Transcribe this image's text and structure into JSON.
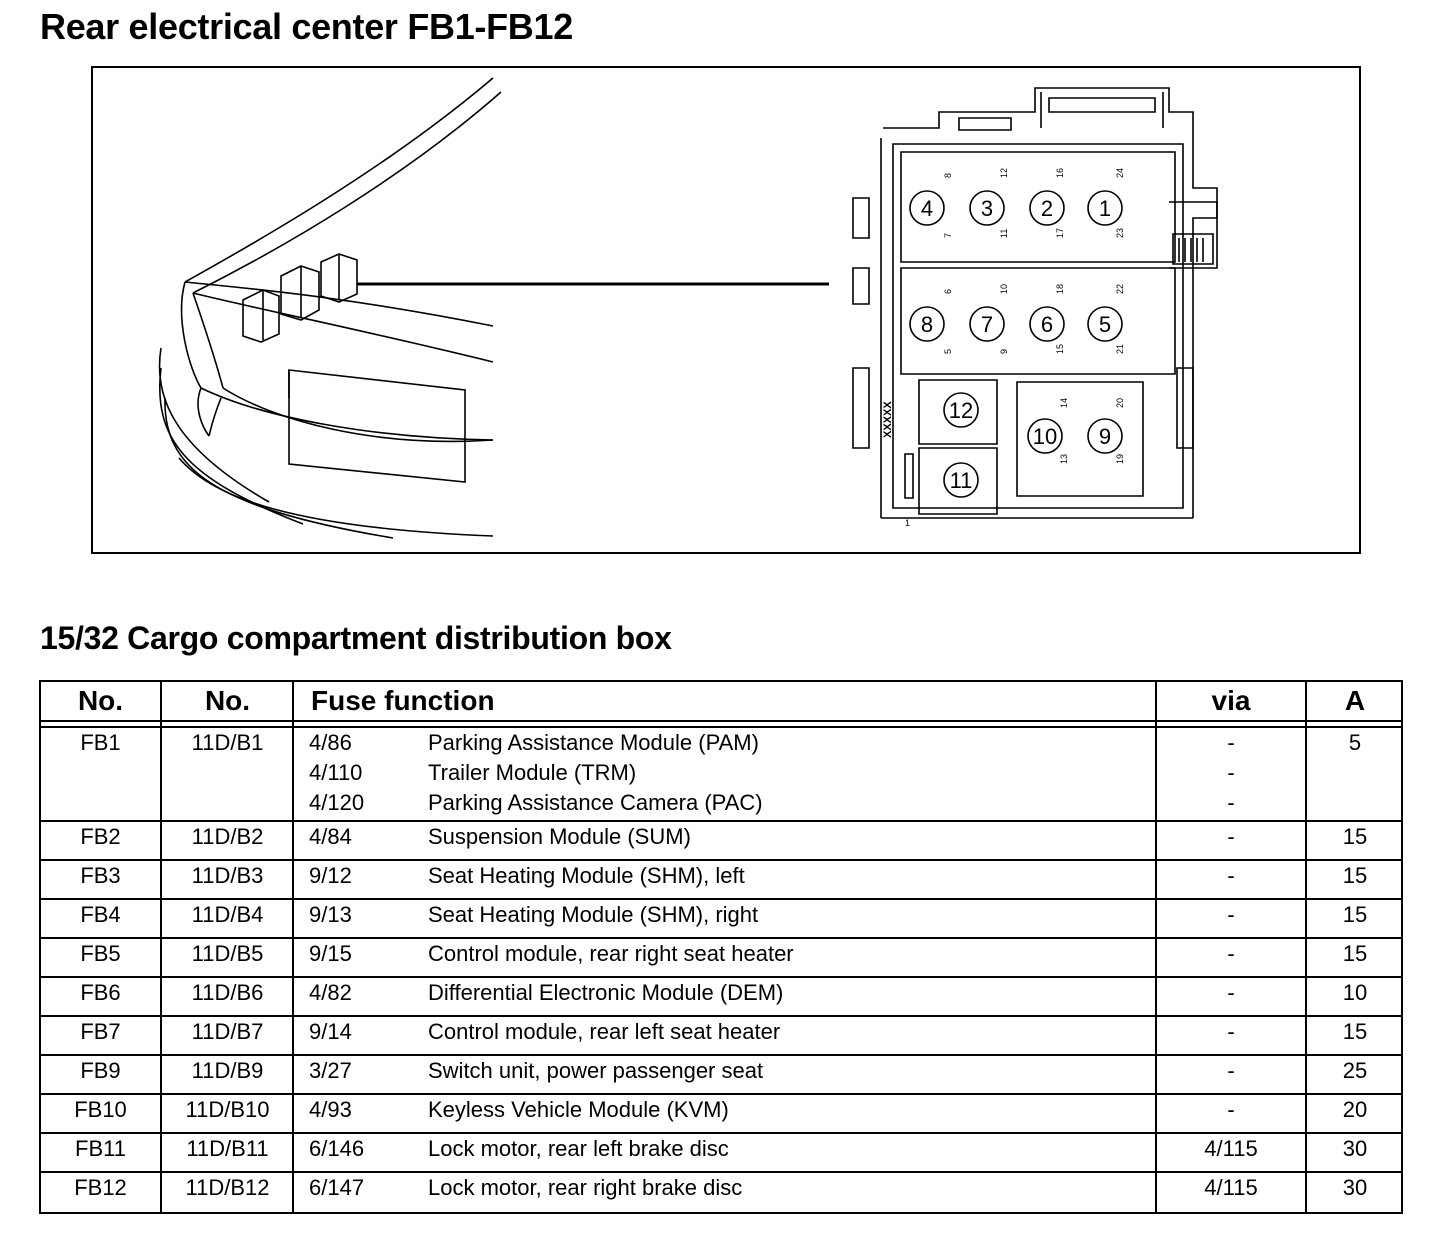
{
  "page": {
    "title": "Rear electrical center FB1-FB12",
    "subtitle": "15/32 Cargo compartment distribution box"
  },
  "diagram": {
    "fuse_numbers": [
      "1",
      "2",
      "3",
      "4",
      "5",
      "6",
      "7",
      "8",
      "9",
      "10",
      "11",
      "12"
    ],
    "pin_labels": [
      "8",
      "12",
      "16",
      "24",
      "7",
      "11",
      "17",
      "23",
      "6",
      "10",
      "18",
      "22",
      "5",
      "9",
      "15",
      "21",
      "14",
      "20",
      "13",
      "19"
    ],
    "side_code": "XXXXX",
    "corner_mark": "1"
  },
  "table": {
    "headers": {
      "no": "No.",
      "no2": "No.",
      "function": "Fuse function",
      "via": "via",
      "amp": "A"
    },
    "rows": [
      {
        "no": "FB1",
        "no2": "11D/B1",
        "amp": "5",
        "entries": [
          {
            "code": "4/86",
            "function": "Parking Assistance Module (PAM)",
            "via": "-"
          },
          {
            "code": "4/110",
            "function": "Trailer Module (TRM)",
            "via": "-"
          },
          {
            "code": "4/120",
            "function": "Parking Assistance Camera (PAC)",
            "via": "-"
          }
        ]
      },
      {
        "no": "FB2",
        "no2": "11D/B2",
        "amp": "15",
        "entries": [
          {
            "code": "4/84",
            "function": "Suspension Module (SUM)",
            "via": "-"
          }
        ]
      },
      {
        "no": "FB3",
        "no2": "11D/B3",
        "amp": "15",
        "entries": [
          {
            "code": "9/12",
            "function": "Seat Heating Module (SHM), left",
            "via": "-"
          }
        ]
      },
      {
        "no": "FB4",
        "no2": "11D/B4",
        "amp": "15",
        "entries": [
          {
            "code": "9/13",
            "function": "Seat Heating Module (SHM), right",
            "via": "-"
          }
        ]
      },
      {
        "no": "FB5",
        "no2": "11D/B5",
        "amp": "15",
        "entries": [
          {
            "code": "9/15",
            "function": "Control module, rear right seat heater",
            "via": "-"
          }
        ]
      },
      {
        "no": "FB6",
        "no2": "11D/B6",
        "amp": "10",
        "entries": [
          {
            "code": "4/82",
            "function": "Differential Electronic Module (DEM)",
            "via": "-"
          }
        ]
      },
      {
        "no": "FB7",
        "no2": "11D/B7",
        "amp": "15",
        "entries": [
          {
            "code": "9/14",
            "function": "Control module, rear left seat heater",
            "via": "-"
          }
        ]
      },
      {
        "no": "FB9",
        "no2": "11D/B9",
        "amp": "25",
        "entries": [
          {
            "code": "3/27",
            "function": "Switch unit, power passenger seat",
            "via": "-"
          }
        ]
      },
      {
        "no": "FB10",
        "no2": "11D/B10",
        "amp": "20",
        "entries": [
          {
            "code": "4/93",
            "function": "Keyless Vehicle Module (KVM)",
            "via": "-"
          }
        ]
      },
      {
        "no": "FB11",
        "no2": "11D/B11",
        "amp": "30",
        "entries": [
          {
            "code": "6/146",
            "function": "Lock motor, rear left brake disc",
            "via": "4/115"
          }
        ]
      },
      {
        "no": "FB12",
        "no2": "11D/B12",
        "amp": "30",
        "entries": [
          {
            "code": "6/147",
            "function": "Lock motor, rear right brake disc",
            "via": "4/115"
          }
        ]
      }
    ]
  }
}
